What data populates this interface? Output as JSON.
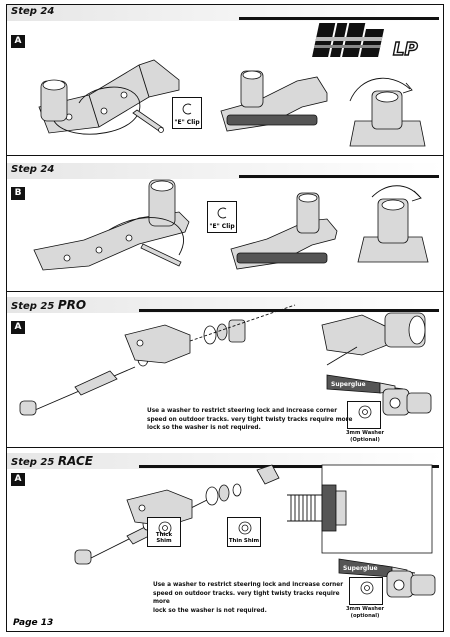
{
  "steps": [
    {
      "id": "step24a",
      "title": "Step 24",
      "sub": "A",
      "clip_label": "\"E\" Clip"
    },
    {
      "id": "step24b",
      "title": "Step 24",
      "sub": "B",
      "clip_label": "\"E\" Clip"
    },
    {
      "id": "step25pro",
      "title_prefix": "Step 25",
      "title_emph": "PRO",
      "sub": "A",
      "glue_label": "Superglue",
      "washer_label": "3mm Washer\n(Optional)",
      "note": "Use a washer to restrict steering lock and increase corner\nspeed on outdoor tracks. very tight twisty tracks require more\nlock so the washer is not required."
    },
    {
      "id": "step25race",
      "title_prefix": "Step 25",
      "title_emph": "RACE",
      "sub": "A",
      "glue_label": "Superglue",
      "washer_label": "3mm Washer\n(optional)",
      "thick_shim": "Thick Shim",
      "thin_shim": "Thin Shim",
      "note": "Use a washer to restrict steering lock and increase corner\nspeed on outdoor tracks. very tight twisty tracks require more\nlock so the washer is not required."
    }
  ],
  "logo_text": "LP",
  "footer": {
    "page": "Page 13"
  }
}
